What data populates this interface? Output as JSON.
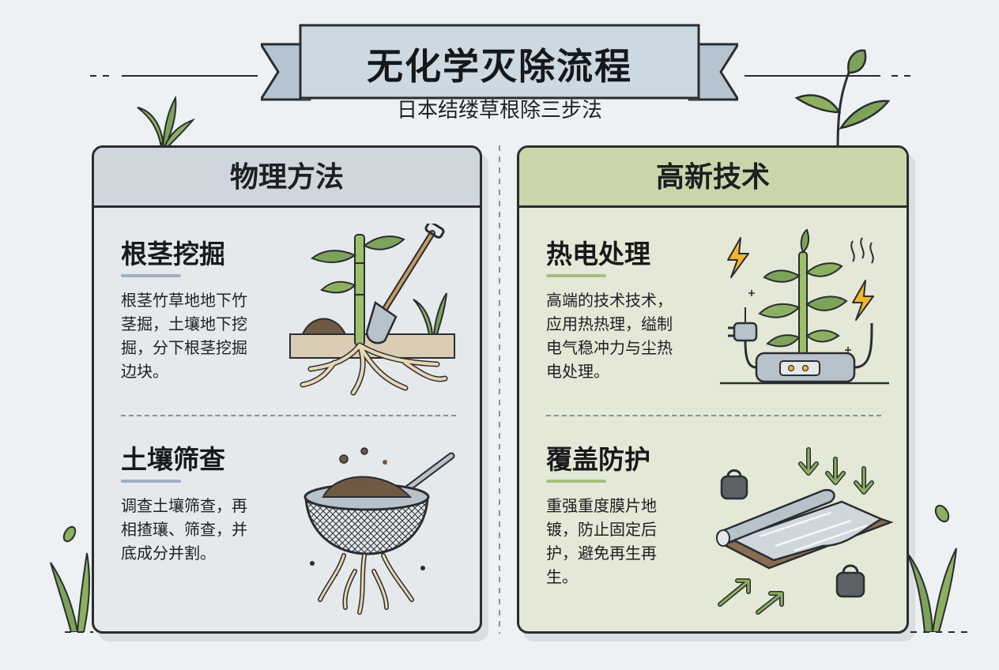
{
  "header": {
    "title": "无化学灭除流程",
    "subtitle": "日本结缕草根除三步法"
  },
  "panels": {
    "left": {
      "title": "物理方法",
      "sections": [
        {
          "title": "根茎挖掘",
          "lines": [
            "根茎竹草地地下竹",
            "茎掘，土壤地下挖",
            "掘，分下根茎挖掘",
            "边块。"
          ],
          "illustration": "shovel-roots-icon"
        },
        {
          "title": "土壤筛查",
          "lines": [
            "调查土壤筛查，再",
            "相揸瓖、筛查，并",
            "底成分并割。"
          ],
          "illustration": "sieve-soil-icon"
        }
      ]
    },
    "right": {
      "title": "高新技术",
      "sections": [
        {
          "title": "热电处理",
          "lines": [
            "高端的技术技术，",
            "应用热热理，缢制",
            "电气稳冲力与尘热",
            "电处理。"
          ],
          "illustration": "electric-plant-icon"
        },
        {
          "title": "覆盖防护",
          "lines": [
            "重强重度膜片地",
            "镀，防止固定后",
            "护，避免再生再",
            "生。"
          ],
          "illustration": "cover-sheet-icon"
        }
      ]
    }
  },
  "colors": {
    "background": "#eef1f3",
    "left_panel": "#e6e9ec",
    "left_header": "#cfd6dd",
    "right_panel": "#e4e8d6",
    "right_header": "#c9d6aa",
    "banner": "#cdd9e2",
    "accent_left": "#9fb0c2",
    "accent_right": "#a9bd7f",
    "leaf_green": "#7da35a",
    "bolt_yellow": "#f2b531"
  }
}
